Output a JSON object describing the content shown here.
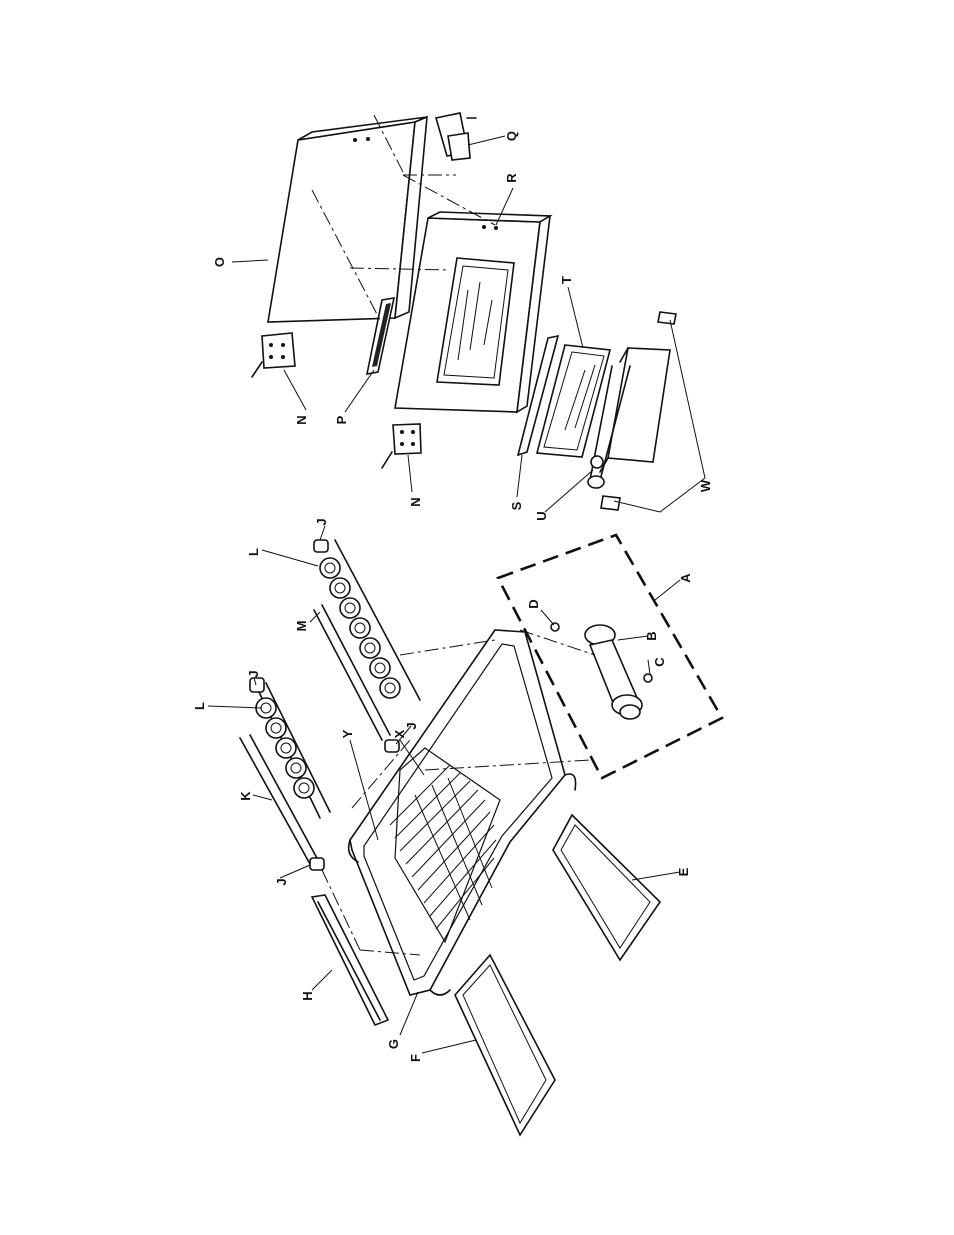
{
  "callouts": {
    "A": "A",
    "B": "B",
    "C": "C",
    "D": "D",
    "E": "E",
    "F": "F",
    "G": "G",
    "H": "H",
    "J": "J",
    "K": "K",
    "L": "L",
    "M": "M",
    "N": "N",
    "O": "O",
    "P": "P",
    "Q": "Q",
    "R": "R",
    "S": "S",
    "T": "T",
    "U": "U",
    "W": "W",
    "X": "X",
    "Y": "Y"
  }
}
